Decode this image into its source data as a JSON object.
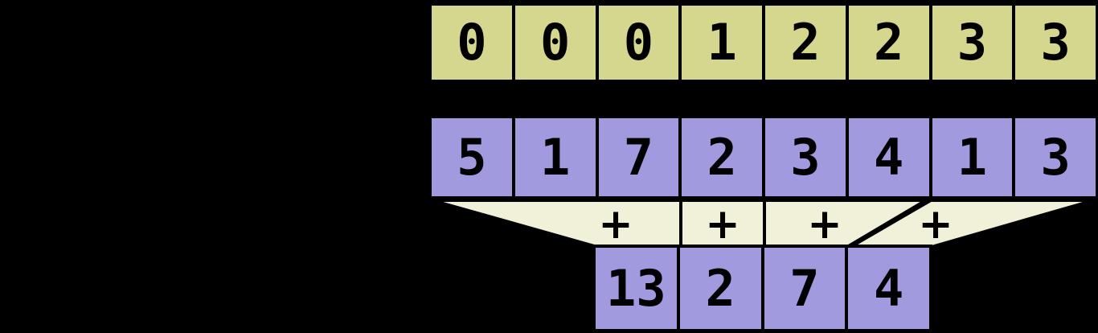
{
  "keys_row": {
    "cells": [
      "0",
      "0",
      "0",
      "1",
      "2",
      "2",
      "3",
      "3"
    ]
  },
  "values_row": {
    "cells": [
      "5",
      "1",
      "7",
      "2",
      "3",
      "4",
      "1",
      "3"
    ]
  },
  "sums_row": {
    "cells": [
      "13",
      "2",
      "7",
      "4"
    ]
  },
  "operators": [
    "+",
    "+",
    "+",
    "+"
  ],
  "colors": {
    "background": "#000000",
    "border": "#000000",
    "keys_fill": "#d6d78f",
    "values_fill": "#a29ade",
    "sums_fill": "#a29ade",
    "operator_band_fill": "#f1f1da",
    "text": "#000000"
  }
}
